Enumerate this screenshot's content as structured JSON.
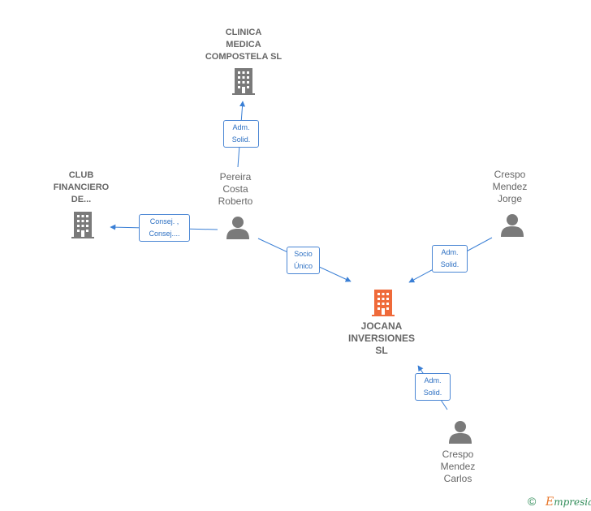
{
  "colors": {
    "edge": "#3a7fd5",
    "building_gray": "#7a7a7a",
    "building_main": "#ef6a3a",
    "person": "#7a7a7a"
  },
  "nodes": {
    "clinica": {
      "label": "CLINICA\nMEDICA\nCOMPOSTELA SL",
      "icon": "building-icon"
    },
    "club": {
      "label": "CLUB\nFINANCIERO\nDE...",
      "icon": "building-icon"
    },
    "pereira": {
      "label": "Pereira\nCosta\nRoberto",
      "icon": "person-icon"
    },
    "jorge": {
      "label": "Crespo\nMendez\nJorge",
      "icon": "person-icon"
    },
    "jocana": {
      "label": "JOCANA\nINVERSIONES\nSL",
      "icon": "building-icon"
    },
    "carlos": {
      "label": "Crespo\nMendez\nCarlos",
      "icon": "person-icon"
    }
  },
  "edges": {
    "pereira_clinica": "Adm.\nSolid.",
    "pereira_club": "Consej. ,\nConsej....",
    "pereira_jocana": "Socio\nÚnico",
    "jorge_jocana": "Adm.\nSolid.",
    "carlos_jocana": "Adm.\nSolid."
  },
  "footer": {
    "copyright": "©",
    "brand_first": "E",
    "brand_rest": "mpresia"
  }
}
